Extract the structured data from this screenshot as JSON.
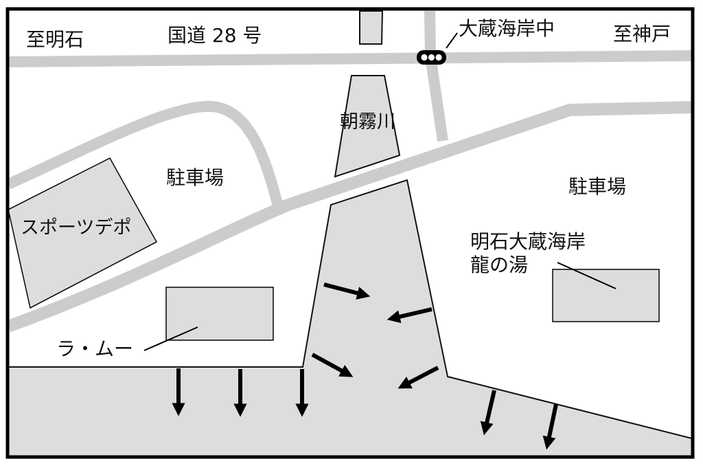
{
  "map": {
    "colors": {
      "frame": "#000000",
      "road": "#cccccc",
      "flow_area": "#dddddd",
      "building": "#dddddd",
      "arrow": "#000000",
      "background": "#ffffff",
      "signal": "#ffffff"
    },
    "labels": {
      "to_akashi": "至明石",
      "route28": "国道 28 号",
      "okura_kaigan_naka": "大蔵海岸中",
      "to_kobe": "至神戸",
      "asagiri_river": "朝霧川",
      "parking_left": "駐車場",
      "parking_right": "駐車場",
      "sports_depot": "スポーツデポ",
      "ryu_no_yu_line1": "明石大蔵海岸",
      "ryu_no_yu_line2": "龍の湯",
      "ra_mu": "ラ・ムー"
    },
    "icons": {
      "signal": "traffic-signal-icon",
      "arrow": "arrow-icon"
    }
  }
}
